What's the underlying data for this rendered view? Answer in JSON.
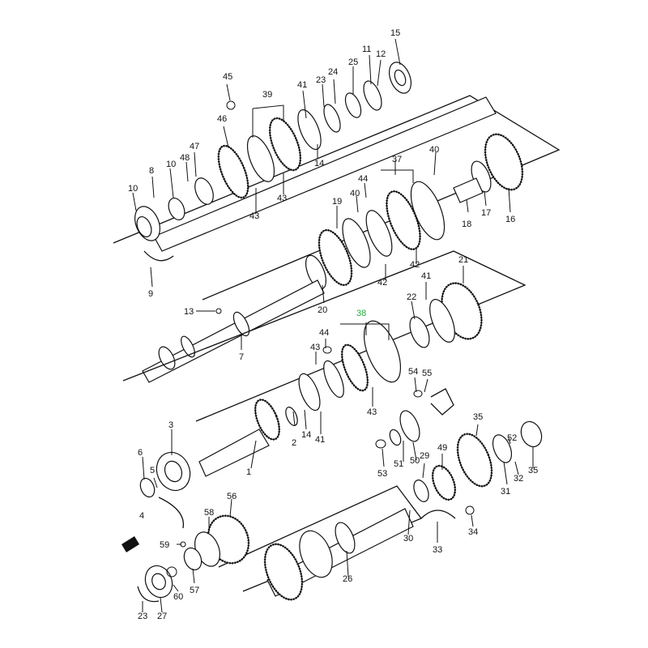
{
  "labels": [
    "1",
    "2",
    "3",
    "4",
    "5",
    "6",
    "7",
    "8",
    "9",
    "10",
    "10",
    "11",
    "12",
    "13",
    "14",
    "14",
    "15",
    "16",
    "17",
    "18",
    "19",
    "20",
    "21",
    "22",
    "23",
    "23",
    "24",
    "25",
    "26",
    "27",
    "29",
    "30",
    "31",
    "32",
    "33",
    "34",
    "35",
    "35",
    "37",
    "38",
    "39",
    "40",
    "40",
    "41",
    "41",
    "41",
    "42",
    "42",
    "43",
    "43",
    "43",
    "43",
    "44",
    "44",
    "45",
    "46",
    "47",
    "48",
    "49",
    "50",
    "51",
    "52",
    "53",
    "54",
    "55",
    "56",
    "57",
    "58",
    "59",
    "60"
  ],
  "colors": {
    "line": "#111111",
    "highlight": "#22a83a",
    "background": "#ffffff"
  },
  "icons": {
    "front_arrow": "front-direction-arrow-icon"
  }
}
